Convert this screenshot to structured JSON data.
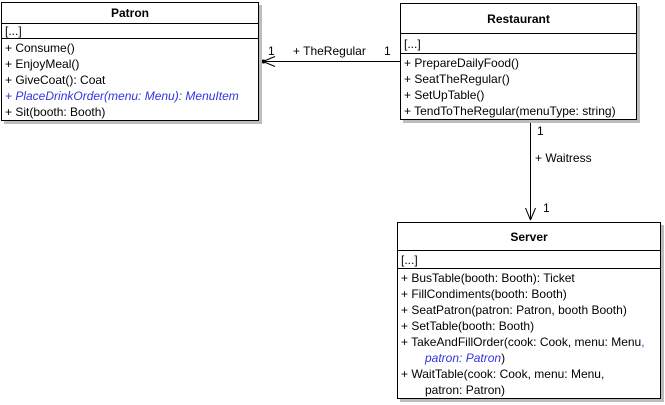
{
  "colors": {
    "abstract_blue": "#3333e0",
    "line": "#000000",
    "box_fill": "#ffffff",
    "shadow": "#bdbdbd"
  },
  "classes": [
    {
      "name": "Patron",
      "attributes": "[...]",
      "methods": [
        "+ Consume()",
        "+ EnjoyMeal()",
        "+ GiveCoat(): Coat",
        "+ PlaceDrinkOrder(menu: Menu): MenuItem",
        "+ Sit(booth: Booth)"
      ]
    },
    {
      "name": "Restaurant",
      "attributes": "[...]",
      "methods": [
        "+ PrepareDailyFood()",
        "+ SeatTheRegular()",
        "+ SetUpTable()",
        "+ TendToTheRegular(menuType: string)"
      ]
    },
    {
      "name": "Server",
      "attributes": "[...]",
      "methods": [
        "+ BusTable(booth: Booth): Ticket",
        "+ FillCondiments(booth: Booth)",
        "+ SeatPatron(patron: Patron, booth Booth)",
        "+ SetTable(booth: Booth)"
      ],
      "take_and_fill_order": {
        "line1": "+ TakeAndFillOrder(cook: Cook, menu: Menu",
        "line1_comma": ",",
        "line2_param": "patron: Patron",
        "line2_close": ")"
      },
      "wait_table": {
        "line1": "+ WaitTable(cook: Cook, menu: Menu,",
        "line2": "patron: Patron)"
      }
    }
  ],
  "associations": [
    {
      "label": "+ TheRegular",
      "mult_at_patron": "1",
      "mult_at_restaurant": "1"
    },
    {
      "label": "+ Waitress",
      "mult_at_restaurant": "1",
      "mult_at_server": "1"
    }
  ]
}
